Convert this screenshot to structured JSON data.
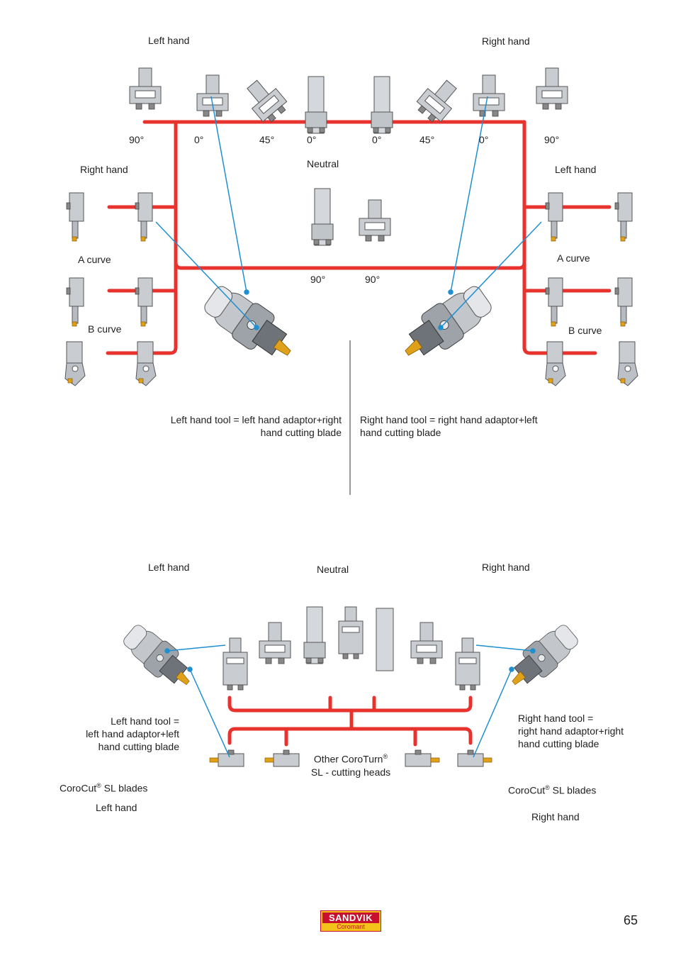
{
  "colors": {
    "connector": "#e8322e",
    "pointer": "#1e8fd0",
    "tool_body": "#b9bec5",
    "insert": "#e0a11a",
    "logo_red": "#c8102e",
    "logo_yellow": "#f3c31a"
  },
  "top": {
    "left_hand": "Left hand",
    "right_hand": "Right hand",
    "angles": [
      "90°",
      "0°",
      "45°",
      "0°",
      "0°",
      "45°",
      "0°",
      "90°"
    ],
    "neutral": "Neutral",
    "neutral_angles": [
      "90°",
      "90°"
    ],
    "left_side_hand": "Right hand",
    "right_side_hand": "Left hand",
    "a_curve_left": "A curve",
    "b_curve_left": "B curve",
    "a_curve_right": "A curve",
    "b_curve_right": "B curve",
    "left_caption": "Left hand tool = left hand adaptor+right\nhand cutting blade",
    "right_caption": "Right hand tool = right hand adaptor+left\nhand cutting blade"
  },
  "bottom": {
    "left_hand": "Left hand",
    "neutral": "Neutral",
    "right_hand": "Right hand",
    "left_caption": "Left hand tool =\nleft hand adaptor+left\nhand cutting blade",
    "right_caption": "Right hand tool =\nright hand adaptor+right\nhand cutting blade",
    "heads_caption_1": "Other CoroTurn",
    "heads_caption_sup": "®",
    "heads_caption_2": "SL - cutting heads",
    "blades_left_1": "CoroCut",
    "blades_left_sup": "®",
    "blades_left_2": " SL blades",
    "blades_left_hand": "Left hand",
    "blades_right_1": "CoroCut",
    "blades_right_sup": "®",
    "blades_right_2": " SL blades",
    "blades_right_hand": "Right hand"
  },
  "logo": {
    "brand": "SANDVIK",
    "sub": "Coromant"
  },
  "page_number": "65"
}
